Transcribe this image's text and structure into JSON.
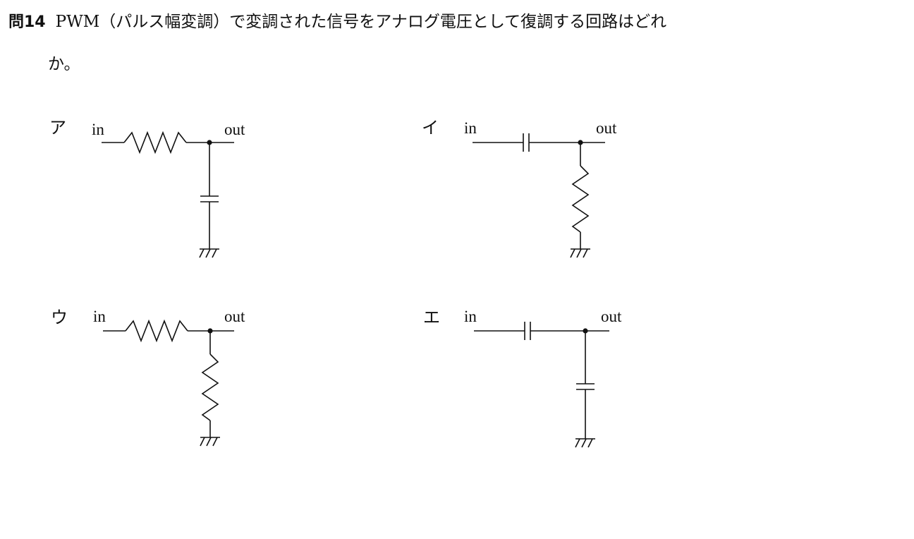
{
  "question": {
    "number": "問14",
    "text_line1": "PWM（パルス幅変調）で変調された信号をアナログ電圧として復調する回路はどれ",
    "text_line2": "か。"
  },
  "circuits": [
    {
      "label": "ア",
      "in_label": "in",
      "out_label": "out",
      "series": "resistor",
      "shunt": "capacitor"
    },
    {
      "label": "イ",
      "in_label": "in",
      "out_label": "out",
      "series": "capacitor",
      "shunt": "resistor"
    },
    {
      "label": "ウ",
      "in_label": "in",
      "out_label": "out",
      "series": "resistor",
      "shunt": "resistor"
    },
    {
      "label": "エ",
      "in_label": "in",
      "out_label": "out",
      "series": "capacitor",
      "shunt": "capacitor"
    }
  ]
}
